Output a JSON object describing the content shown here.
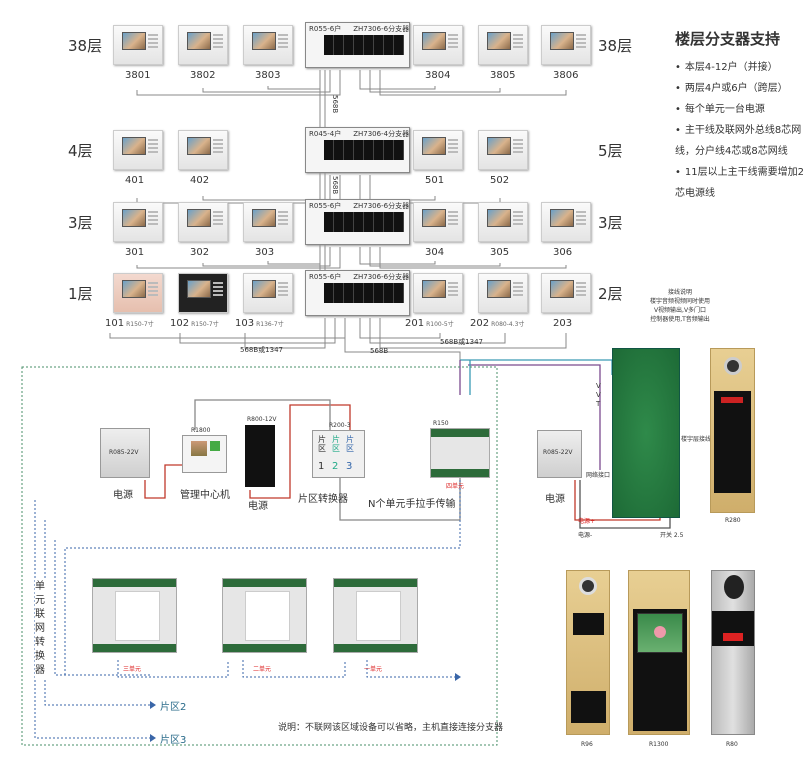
{
  "rows": [
    {
      "left_floor": "38层",
      "right_floor": "38层",
      "splitter_model": "R055-6户",
      "splitter_name": "ZH7306-6分支器",
      "units_left": [
        {
          "label": "3801"
        },
        {
          "label": "3802"
        },
        {
          "label": "3803"
        }
      ],
      "units_right": [
        {
          "label": "3804"
        },
        {
          "label": "3805"
        },
        {
          "label": "3806"
        }
      ]
    },
    {
      "left_floor": "4层",
      "right_floor": "5层",
      "splitter_model": "R045-4户",
      "splitter_name": "ZH7306-4分支器",
      "units_left": [
        {
          "label": "401"
        },
        {
          "label": "402"
        }
      ],
      "units_right": [
        {
          "label": "501"
        },
        {
          "label": "502"
        }
      ]
    },
    {
      "left_floor": "3层",
      "right_floor": "3层",
      "splitter_model": "R055-6户",
      "splitter_name": "ZH7306-6分支器",
      "units_left": [
        {
          "label": "301"
        },
        {
          "label": "302"
        },
        {
          "label": "303"
        }
      ],
      "units_right": [
        {
          "label": "304"
        },
        {
          "label": "305"
        },
        {
          "label": "306"
        }
      ]
    },
    {
      "left_floor": "1层",
      "right_floor": "2层",
      "splitter_model": "R055-6户",
      "splitter_name": "ZH7306-6分支器",
      "units_left": [
        {
          "label": "101",
          "model": "R150-7寸"
        },
        {
          "label": "102",
          "model": "R150-7寸"
        },
        {
          "label": "103",
          "model": "R136-7寸"
        }
      ],
      "units_right": [
        {
          "label": "201",
          "model": "R100-5寸"
        },
        {
          "label": "202",
          "model": "R080-4.3寸"
        },
        {
          "label": "203"
        }
      ]
    }
  ],
  "wires": {
    "trunk_vertical": "568B",
    "left_bus": "568B或1347",
    "right_bus": "568B或1347",
    "main": "568B"
  },
  "side": {
    "title": "楼层分支器支持",
    "items": [
      "本层4-12户（并接）",
      "两层4户或6户（跨层）",
      "每个单元一台电源",
      "主干线及联网外总线8芯网线，分户线4芯或8芯网线",
      "11层以上主干线需要增加2芯电源线"
    ]
  },
  "network": {
    "power1": {
      "model": "R085-22V",
      "label": "电源"
    },
    "center": {
      "model": "R1800",
      "label": "管理中心机"
    },
    "power2": {
      "model": "R800-12V",
      "label": "电源"
    },
    "zone_converter": {
      "model": "R200-3",
      "label": "片区转换器",
      "zones": [
        "片区",
        "片区",
        "片区"
      ],
      "nums": [
        "1",
        "2",
        "3"
      ]
    },
    "unit_converter": {
      "model": "R150",
      "tag": "四单元"
    },
    "chain_label": "N个单元手拉手传输",
    "side_label": "单元联网转换器",
    "converters": [
      {
        "tag": "三单元"
      },
      {
        "tag": "二单元"
      },
      {
        "tag": "一单元"
      }
    ],
    "zone2": "片区2",
    "zone3": "片区3",
    "note": "说明：不联网该区域设备可以省略，主机直接连接分支器"
  },
  "outdoor": {
    "power": {
      "model": "R085-22V",
      "label": "电源"
    },
    "pcb_note": [
      "接线说明",
      "楼宇音频视频同时使用",
      "V视频输出,V多门口",
      "控制器使用,T音频输出"
    ],
    "vvt": [
      "V",
      "V",
      "T"
    ],
    "net_port": "网络接口",
    "lock_label": "楼宇层接线",
    "wire_pos": "电源+",
    "wire_neg": "电源-",
    "power_out": "开关 2.5",
    "panels": [
      {
        "model": "R280"
      },
      {
        "model": "R96"
      },
      {
        "model": "R1300"
      },
      {
        "model": "R80"
      }
    ]
  },
  "colors": {
    "wire_red": "#c0392b",
    "wire_gray": "#888888",
    "wire_purple": "#7b4a8e",
    "wire_cyan": "#3a9bb5",
    "dashed_green": "#4a8f6a",
    "dashed_blue": "#3a66a8"
  }
}
